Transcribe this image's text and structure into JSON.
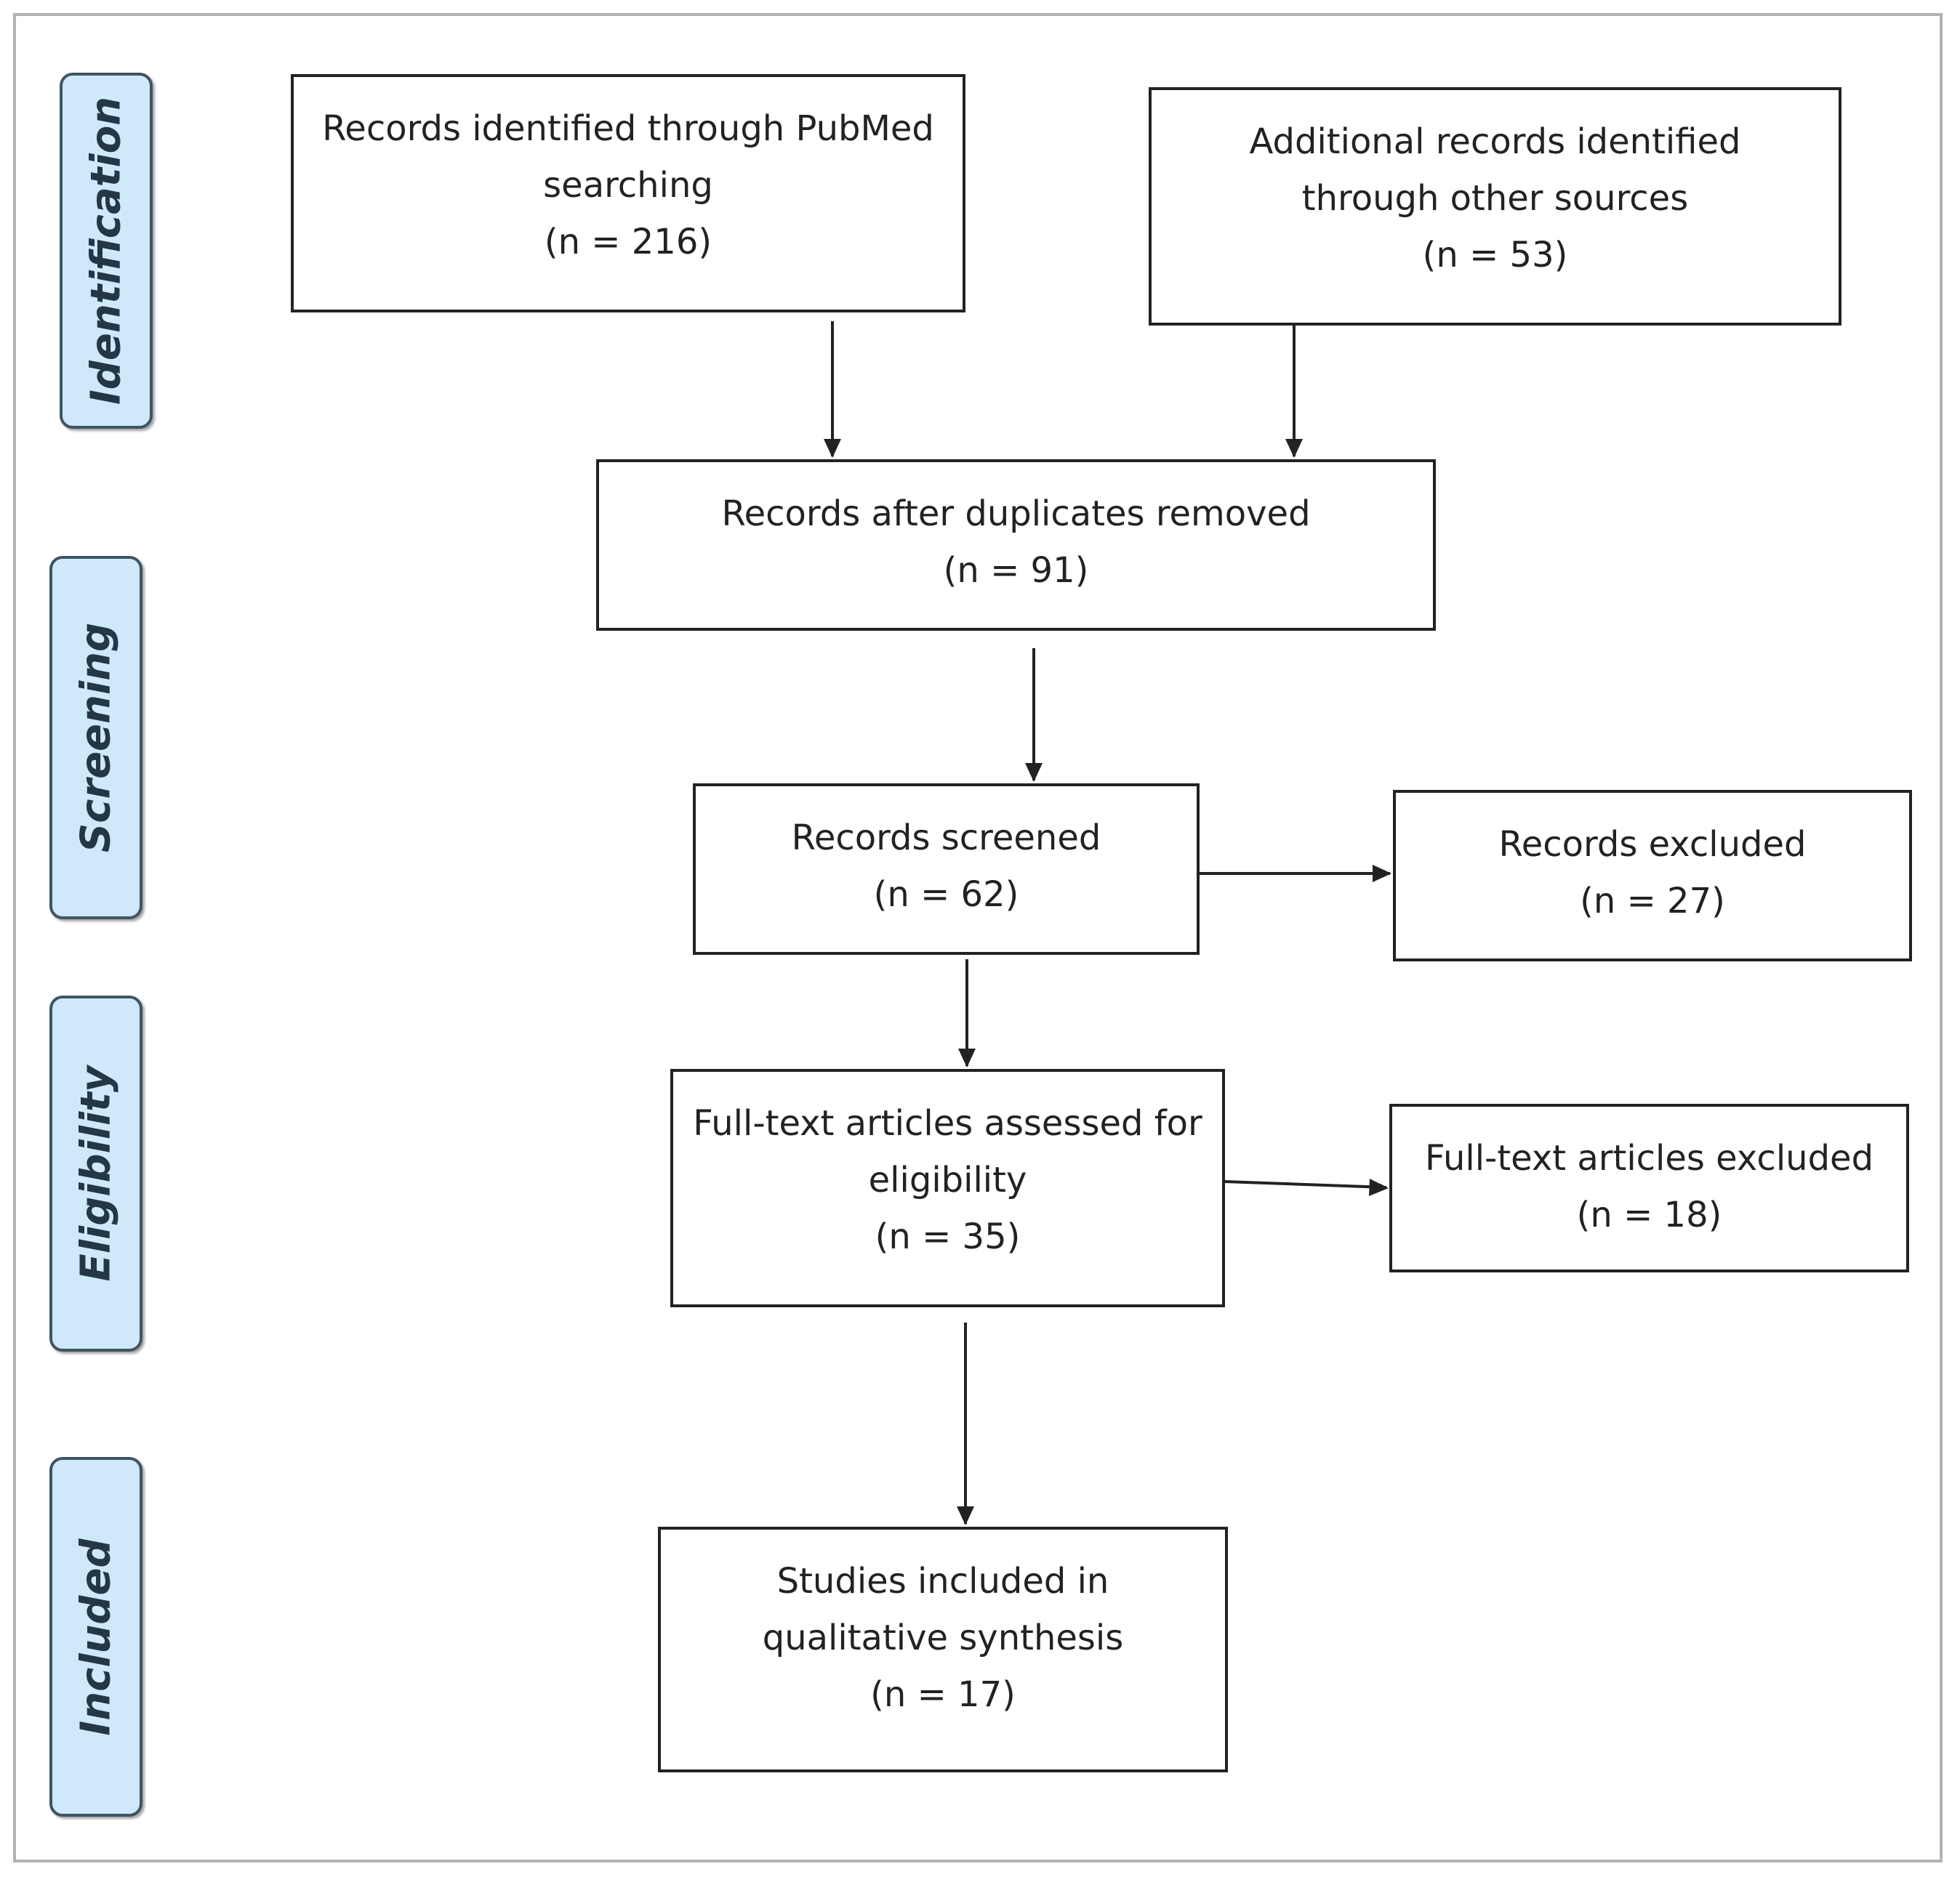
{
  "stages": {
    "identification": "Identification",
    "screening": "Screening",
    "eligibility": "Eligibility",
    "included": "Included"
  },
  "boxes": {
    "pubmed": {
      "line1": "Records identified through PubMed",
      "line2": "searching",
      "count": "(n = 216)"
    },
    "other": {
      "line1": "Additional records identified",
      "line2": "through other sources",
      "count": "(n = 53)"
    },
    "deduplicated": {
      "line1": "Records after duplicates removed",
      "count": "(n = 91)"
    },
    "screened": {
      "line1": "Records screened",
      "count": "(n = 62)"
    },
    "excluded": {
      "line1": "Records excluded",
      "count": "(n = 27)"
    },
    "fulltext": {
      "line1": "Full-text articles assessed for",
      "line2": "eligibility",
      "count": "(n = 35)"
    },
    "fulltext_excluded": {
      "line1": "Full-text articles excluded",
      "count": "(n = 18)"
    },
    "included": {
      "line1": "Studies included in",
      "line2": "qualitative synthesis",
      "count": "(n = 17)"
    }
  },
  "colors": {
    "stage_fill": "#cfe9fb",
    "stage_border": "#3f5563",
    "box_border": "#222222",
    "frame_border": "#b3b3b3"
  }
}
